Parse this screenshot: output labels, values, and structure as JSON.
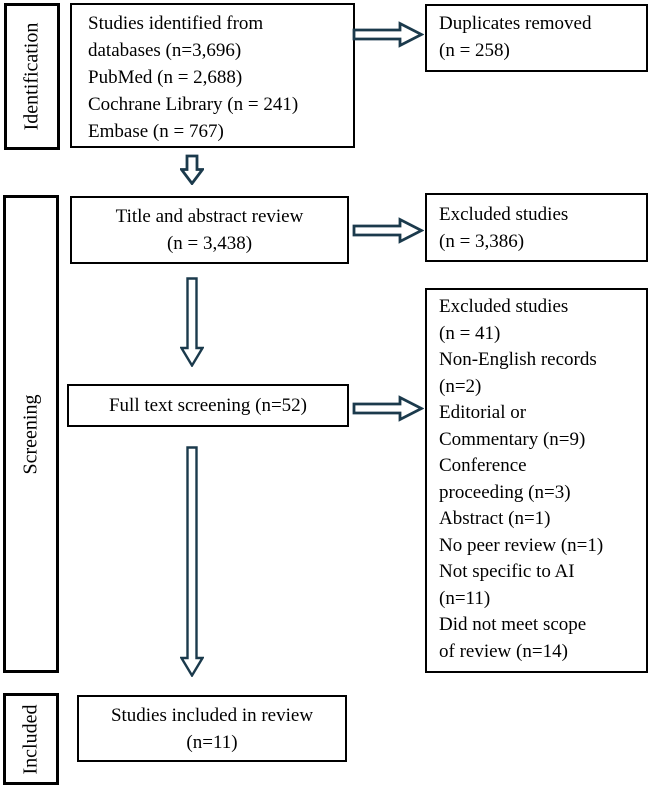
{
  "colors": {
    "arrow": "#1b3a4c",
    "box_border": "#000000",
    "background": "#ffffff",
    "text": "#000000"
  },
  "stages": {
    "identification": "Identification",
    "screening": "Screening",
    "included": "Included"
  },
  "boxes": {
    "identified": {
      "lines": [
        "Studies identified from",
        "databases (n=3,696)",
        "PubMed (n = 2,688)",
        "Cochrane Library (n = 241)",
        "Embase (n = 767)"
      ]
    },
    "duplicates": {
      "lines": [
        "Duplicates removed",
        "(n = 258)"
      ]
    },
    "title_abstract": {
      "lines": [
        "Title and abstract review",
        "(n = 3,438)"
      ]
    },
    "excluded_title_abstract": {
      "lines": [
        "Excluded studies",
        "(n = 3,386)"
      ]
    },
    "full_text": {
      "lines": [
        "Full text screening (n=52)"
      ]
    },
    "excluded_full_text": {
      "lines": [
        "Excluded studies",
        "(n = 41)",
        "Non-English records",
        "(n=2)",
        "Editorial or",
        "Commentary (n=9)",
        "Conference",
        "proceeding (n=3)",
        "Abstract (n=1)",
        "No peer review (n=1)",
        "Not specific to AI",
        "(n=11)",
        "Did not meet scope",
        "of review (n=14)"
      ]
    },
    "included_review": {
      "lines": [
        "Studies included in review",
        "(n=11)"
      ]
    }
  },
  "icons": {
    "right_arrow": "block-arrow-right-outline",
    "down_arrow": "block-arrow-down-outline"
  }
}
